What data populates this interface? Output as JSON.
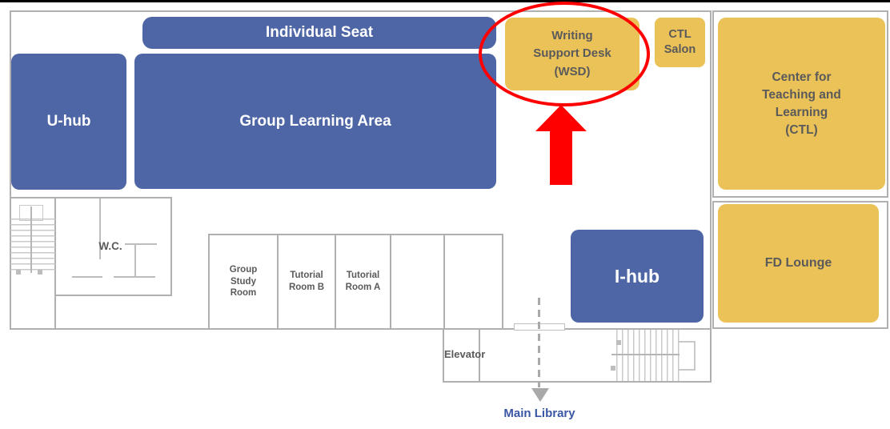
{
  "title": "Library learning-commons floor plan with Writing Support Desk highlighted",
  "rooms": {
    "individual_seat": "Individual Seat",
    "u_hub": "U-hub",
    "group_learning_area": "Group Learning Area",
    "i_hub": "I-hub",
    "wsd": "Writing\nSupport Desk\n(WSD)",
    "ctl_salon": "CTL\nSalon",
    "ctl": "Center for\nTeaching and\nLearning\n(CTL)",
    "fd_lounge": "FD Lounge",
    "wc": "W.C.",
    "group_study_room": "Group\nStudy\nRoom",
    "tutorial_room_b": "Tutorial\nRoom B",
    "tutorial_room_a": "Tutorial\nRoom A",
    "elevator": "Elevator"
  },
  "annotations": {
    "main_library": "Main Library"
  },
  "colors": {
    "blue_room": "#4E66A6",
    "yellow_room": "#EBC258",
    "wall_gray": "#b0b0b0",
    "stair_gray": "#c9c9c9",
    "label_gray": "#5a5a5a",
    "highlight_red": "#FF0000",
    "dashed_arrow_gray": "#a9a9a9",
    "main_library_navy": "#3A57A5",
    "top_border_black": "#000000"
  }
}
